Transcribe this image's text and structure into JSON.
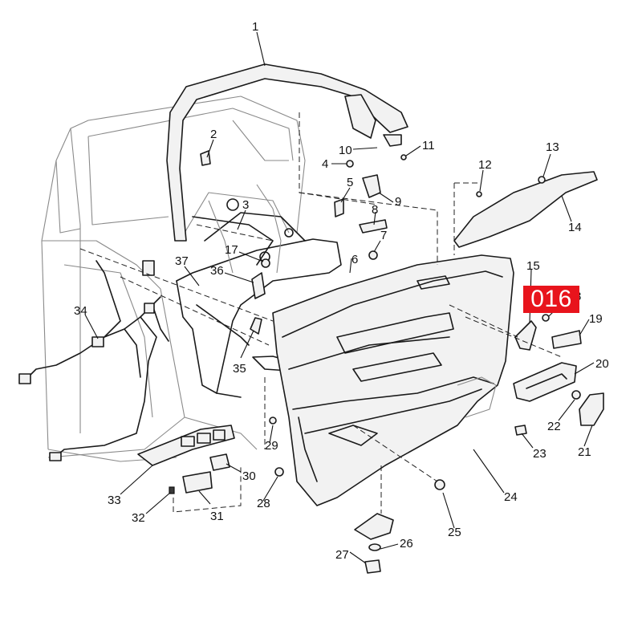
{
  "highlight": {
    "label": "016",
    "color": "#e8141c"
  },
  "callouts": [
    {
      "id": "1",
      "text": "1"
    },
    {
      "id": "2",
      "text": "2"
    },
    {
      "id": "3",
      "text": "3"
    },
    {
      "id": "4",
      "text": "4"
    },
    {
      "id": "5",
      "text": "5"
    },
    {
      "id": "6",
      "text": "6"
    },
    {
      "id": "7",
      "text": "7"
    },
    {
      "id": "8",
      "text": "8"
    },
    {
      "id": "9",
      "text": "9"
    },
    {
      "id": "10",
      "text": "10"
    },
    {
      "id": "11",
      "text": "11"
    },
    {
      "id": "12",
      "text": "12"
    },
    {
      "id": "13",
      "text": "13"
    },
    {
      "id": "14",
      "text": "14"
    },
    {
      "id": "15",
      "text": "15"
    },
    {
      "id": "17",
      "text": "17"
    },
    {
      "id": "18",
      "text": "8"
    },
    {
      "id": "19",
      "text": "19"
    },
    {
      "id": "20",
      "text": "20"
    },
    {
      "id": "21",
      "text": "21"
    },
    {
      "id": "22",
      "text": "22"
    },
    {
      "id": "23",
      "text": "23"
    },
    {
      "id": "24",
      "text": "24"
    },
    {
      "id": "25",
      "text": "25"
    },
    {
      "id": "26",
      "text": "26"
    },
    {
      "id": "27",
      "text": "27"
    },
    {
      "id": "28",
      "text": "28"
    },
    {
      "id": "29",
      "text": "29"
    },
    {
      "id": "30",
      "text": "30"
    },
    {
      "id": "31",
      "text": "31"
    },
    {
      "id": "32",
      "text": "32"
    },
    {
      "id": "33",
      "text": "33"
    },
    {
      "id": "34",
      "text": "34"
    },
    {
      "id": "35",
      "text": "35"
    },
    {
      "id": "36",
      "text": "36"
    },
    {
      "id": "37",
      "text": "37"
    }
  ]
}
